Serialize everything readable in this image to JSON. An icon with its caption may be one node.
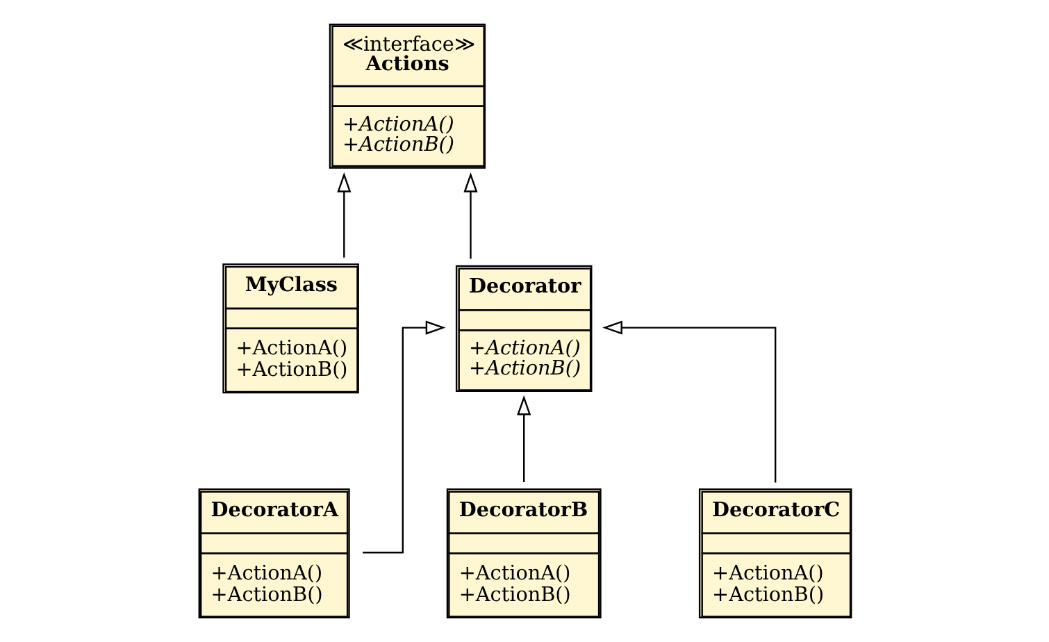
{
  "diagram": {
    "nodes": [
      {
        "text": [
          "≪interface≫",
          "Actions",
          "+ActionA()",
          "+ActionB()"
        ]
      },
      {
        "text": [
          "MyClass",
          "+ActionA()",
          "+ActionB()"
        ]
      },
      {
        "text": [
          "Decorator",
          "+ActionA()",
          "+ActionB()"
        ]
      },
      {
        "text": [
          "DecoratorA",
          "+ActionA()",
          "+ActionB()"
        ]
      },
      {
        "text": [
          "DecoratorB",
          "+ActionA()",
          "+ActionB()"
        ]
      },
      {
        "text": [
          "DecoratorC",
          "+ActionA()",
          "+ActionB()"
        ]
      }
    ],
    "edges": [
      {
        "from": 1,
        "to": 0,
        "arrow": "to"
      },
      {
        "from": 2,
        "to": 0,
        "arrow": "to"
      },
      {
        "from": 3,
        "to": 2,
        "arrow": "to"
      },
      {
        "from": 4,
        "to": 2,
        "arrow": "to"
      },
      {
        "from": 5,
        "to": 2,
        "arrow": "to"
      }
    ]
  }
}
